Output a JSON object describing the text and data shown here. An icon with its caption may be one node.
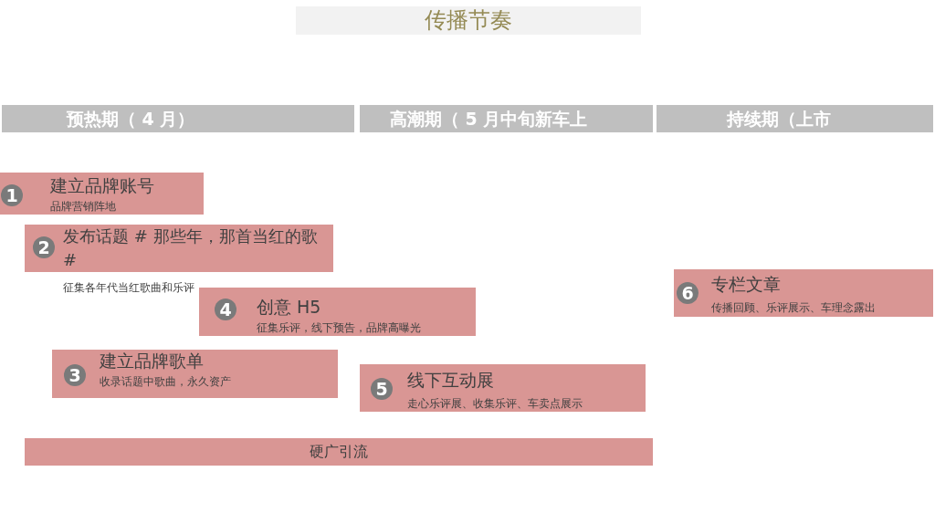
{
  "diagram": {
    "title": "传播节奏",
    "nodes": [
      {
        "text": [
          "预热期（ 4 月）"
        ]
      },
      {
        "text": [
          "高潮期（ 5 月中旬新车上"
        ]
      },
      {
        "text": [
          "持续期（上市"
        ]
      },
      {
        "text": [
          "建立品牌账号",
          "品牌营销阵地"
        ]
      },
      {
        "text": [
          "1"
        ],
        "in": 3
      },
      {
        "text": [
          "发布话题 # 那些年，那首当红的歌 #",
          "征集各年代当红歌曲和乐评"
        ]
      },
      {
        "text": [
          "2"
        ],
        "in": 5
      },
      {
        "text": [
          "专栏文章",
          "传播回顾、乐评展示、车理念露出"
        ]
      },
      {
        "text": [
          "6"
        ],
        "in": 7
      },
      {
        "text": [
          "创意 H5",
          "征集乐评，线下预告，品牌高曝光"
        ]
      },
      {
        "text": [
          "4"
        ],
        "in": 9
      },
      {
        "text": [
          "建立品牌歌单",
          "收录话题中歌曲，永久资产"
        ]
      },
      {
        "text": [
          "3"
        ],
        "in": 11
      },
      {
        "text": [
          "线下互动展",
          "走心乐评展、收集乐评、车卖点展示"
        ]
      },
      {
        "text": [
          "5"
        ],
        "in": 13
      },
      {
        "text": [
          "硬广引流"
        ]
      }
    ]
  }
}
